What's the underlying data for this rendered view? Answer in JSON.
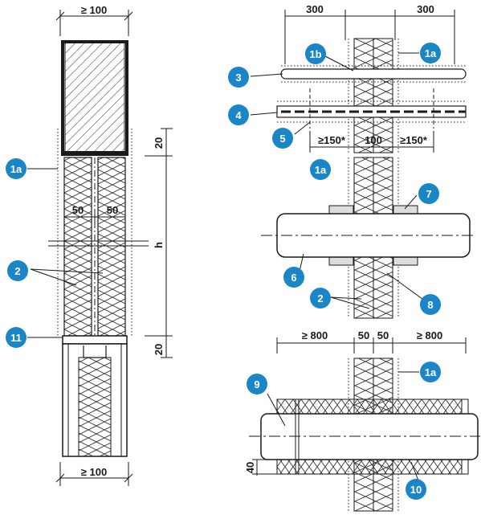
{
  "dimensions": {
    "top_left": "≥ 100",
    "bottom_left": "≥ 100",
    "left_50a": "50",
    "left_50b": "50",
    "left_20_top": "20",
    "left_20_bottom": "20",
    "left_h": "h",
    "tr_300_left": "300",
    "tr_300_right": "300",
    "tr_150_left": "≥150*",
    "tr_100": "100",
    "tr_150_right": "≥150*",
    "br_800_left": "≥ 800",
    "br_50a": "50",
    "br_50b": "50",
    "br_800_right": "≥ 800",
    "br_40": "40"
  },
  "callouts": [
    {
      "id": "c-1a-left",
      "label": "1a"
    },
    {
      "id": "c-2-left",
      "label": "2"
    },
    {
      "id": "c-11",
      "label": "11"
    },
    {
      "id": "c-1b",
      "label": "1b"
    },
    {
      "id": "c-1a-tr",
      "label": "1a"
    },
    {
      "id": "c-3",
      "label": "3"
    },
    {
      "id": "c-4",
      "label": "4"
    },
    {
      "id": "c-5",
      "label": "5"
    },
    {
      "id": "c-1a-mid",
      "label": "1a"
    },
    {
      "id": "c-7",
      "label": "7"
    },
    {
      "id": "c-6",
      "label": "6"
    },
    {
      "id": "c-2-mid",
      "label": "2"
    },
    {
      "id": "c-8",
      "label": "8"
    },
    {
      "id": "c-9",
      "label": "9"
    },
    {
      "id": "c-1a-br",
      "label": "1a"
    },
    {
      "id": "c-10",
      "label": "10"
    }
  ],
  "colors": {
    "callout": "#1a86c8",
    "line": "#1a1a1a"
  }
}
